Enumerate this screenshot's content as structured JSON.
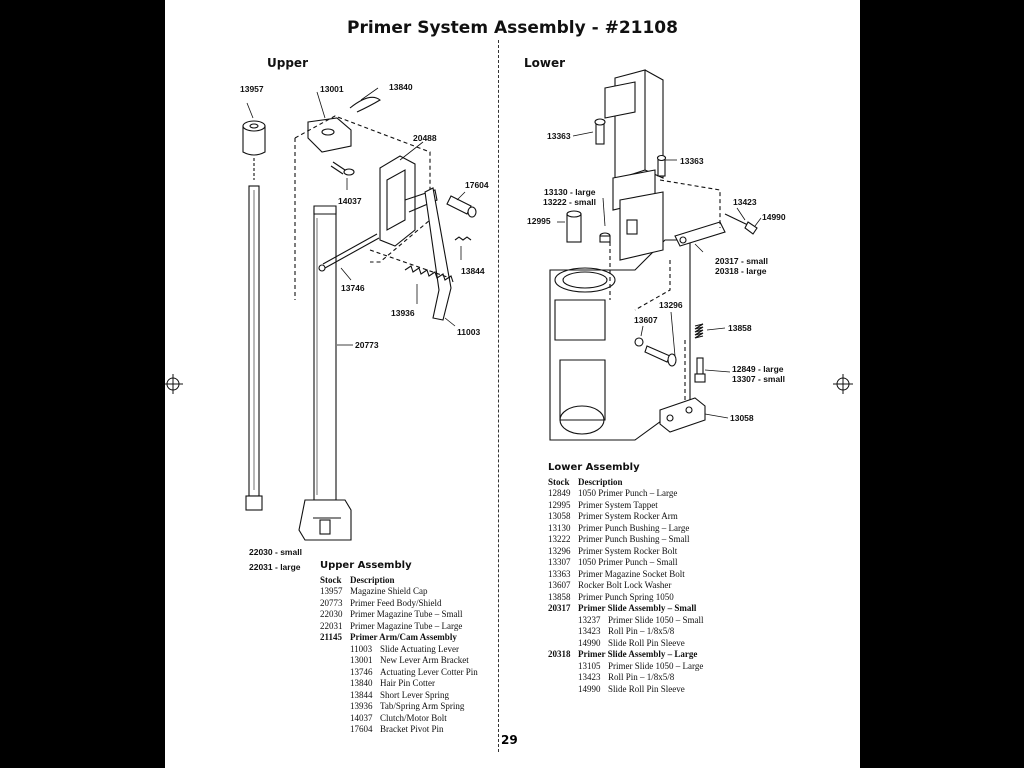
{
  "title": "Primer System Assembly - #21108",
  "upper_heading": "Upper",
  "lower_heading": "Lower",
  "page_number": "29",
  "upper_callouts": {
    "c13957": "13957",
    "c13001": "13001",
    "c13840": "13840",
    "c20488": "20488",
    "c17604": "17604",
    "c14037": "14037",
    "c13844": "13844",
    "c13746": "13746",
    "c13936": "13936",
    "c11003": "11003",
    "c20773": "20773",
    "c22030": "22030 - small",
    "c22031": "22031 - large"
  },
  "lower_callouts": {
    "c13363a": "13363",
    "c13363b": "13363",
    "c13130": "13130 - large",
    "c13222": "13222 - small",
    "c12995": "12995",
    "c13423": "13423",
    "c14990": "14990",
    "c20317": "20317 - small",
    "c20318": "20318 - large",
    "c13296": "13296",
    "c13607": "13607",
    "c13858": "13858",
    "c12849": "12849 - large",
    "c13307": "13307 - small",
    "c13058": "13058"
  },
  "upper_assembly": {
    "heading": "Upper Assembly",
    "col_stock": "Stock",
    "col_desc": "Description",
    "rows": [
      {
        "stock": "13957",
        "desc": "Magazine Shield Cap"
      },
      {
        "stock": "20773",
        "desc": "Primer Feed Body/Shield"
      },
      {
        "stock": "22030",
        "desc": "Primer Magazine Tube – Small"
      },
      {
        "stock": "22031",
        "desc": "Primer Magazine Tube – Large"
      }
    ],
    "group": {
      "stock": "21145",
      "desc": "Primer Arm/Cam Assembly"
    },
    "sub_rows": [
      {
        "stock": "11003",
        "desc": "Slide Actuating Lever"
      },
      {
        "stock": "13001",
        "desc": "New Lever Arm Bracket"
      },
      {
        "stock": "13746",
        "desc": "Actuating Lever Cotter Pin"
      },
      {
        "stock": "13840",
        "desc": "Hair Pin Cotter"
      },
      {
        "stock": "13844",
        "desc": "Short Lever Spring"
      },
      {
        "stock": "13936",
        "desc": "Tab/Spring Arm Spring"
      },
      {
        "stock": "14037",
        "desc": "Clutch/Motor Bolt"
      },
      {
        "stock": "17604",
        "desc": "Bracket Pivot Pin"
      }
    ]
  },
  "lower_assembly": {
    "heading": "Lower Assembly",
    "col_stock": "Stock",
    "col_desc": "Description",
    "rows": [
      {
        "stock": "12849",
        "desc": "1050 Primer Punch – Large"
      },
      {
        "stock": "12995",
        "desc": "Primer System Tappet"
      },
      {
        "stock": "13058",
        "desc": "Primer System Rocker Arm"
      },
      {
        "stock": "13130",
        "desc": "Primer Punch Bushing – Large"
      },
      {
        "stock": "13222",
        "desc": "Primer Punch Bushing – Small"
      },
      {
        "stock": "13296",
        "desc": "Primer System Rocker Bolt"
      },
      {
        "stock": "13307",
        "desc": "1050 Primer Punch – Small"
      },
      {
        "stock": "13363",
        "desc": "Primer Magazine Socket Bolt"
      },
      {
        "stock": "13607",
        "desc": "Rocker Bolt Lock Washer"
      },
      {
        "stock": "13858",
        "desc": "Primer Punch Spring 1050"
      }
    ],
    "group1": {
      "stock": "20317",
      "desc": "Primer Slide Assembly – Small"
    },
    "group1_rows": [
      {
        "stock": "13237",
        "desc": "Primer Slide 1050 – Small"
      },
      {
        "stock": "13423",
        "desc": "Roll Pin – 1/8x5/8"
      },
      {
        "stock": "14990",
        "desc": "Slide Roll Pin Sleeve"
      }
    ],
    "group2": {
      "stock": "20318",
      "desc": "Primer Slide Assembly – Large"
    },
    "group2_rows": [
      {
        "stock": "13105",
        "desc": "Primer Slide 1050 – Large"
      },
      {
        "stock": "13423",
        "desc": "Roll Pin – 1/8x5/8"
      },
      {
        "stock": "14990",
        "desc": "Slide Roll Pin Sleeve"
      }
    ]
  }
}
